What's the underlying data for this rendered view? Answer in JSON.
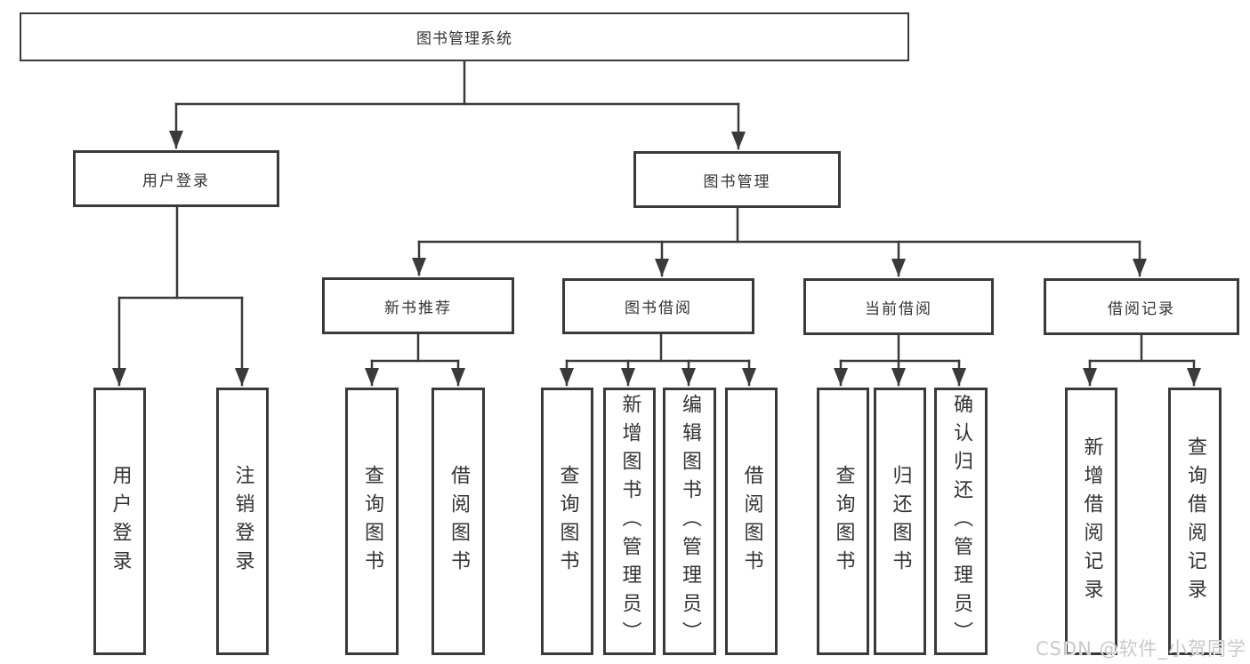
{
  "diagram": {
    "root": {
      "label": "图书管理系统"
    },
    "level2": [
      {
        "id": "user-login",
        "label": "用户登录"
      },
      {
        "id": "book-management",
        "label": "图书管理"
      }
    ],
    "level3": [
      {
        "id": "new-book-recommendation",
        "label": "新书推荐"
      },
      {
        "id": "book-borrowing",
        "label": "图书借阅"
      },
      {
        "id": "current-borrowing",
        "label": "当前借阅"
      },
      {
        "id": "borrowing-records",
        "label": "借阅记录"
      }
    ],
    "leaves": [
      {
        "parent": "user-login",
        "label": "用户登录"
      },
      {
        "parent": "user-login",
        "label": "注销登录"
      },
      {
        "parent": "new-book-recommendation",
        "label": "查询图书"
      },
      {
        "parent": "new-book-recommendation",
        "label": "借阅图书"
      },
      {
        "parent": "book-borrowing",
        "label": "查询图书"
      },
      {
        "parent": "book-borrowing",
        "label": "新增图书（管理员）"
      },
      {
        "parent": "book-borrowing",
        "label": "编辑图书（管理员）"
      },
      {
        "parent": "book-borrowing",
        "label": "借阅图书"
      },
      {
        "parent": "current-borrowing",
        "label": "查询图书"
      },
      {
        "parent": "current-borrowing",
        "label": "归还图书"
      },
      {
        "parent": "current-borrowing",
        "label": "确认归还（管理员）"
      },
      {
        "parent": "borrowing-records",
        "label": "新增借阅记录"
      },
      {
        "parent": "borrowing-records",
        "label": "查询借阅记录"
      }
    ],
    "watermark": {
      "label": "CSDN @软件_小贺同学"
    },
    "colors": {
      "line": "#3a3a3a",
      "text": "#333333",
      "background": "#ffffff",
      "watermark": "#c9c9c9"
    }
  }
}
